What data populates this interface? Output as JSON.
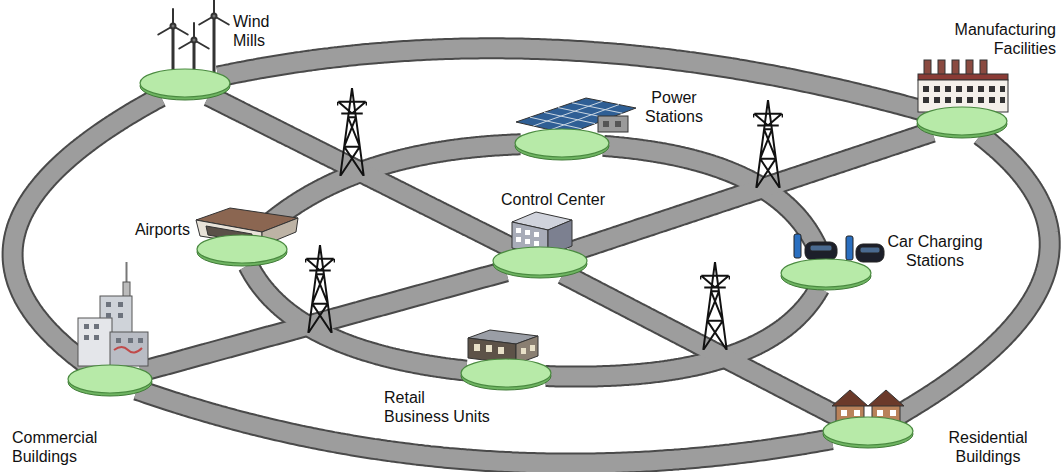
{
  "diagram": {
    "nodes": [
      {
        "text": [
          "Wind Mills"
        ]
      },
      {
        "text": [
          "Manufacturing Facilities"
        ]
      },
      {
        "text": [
          "Power Stations"
        ]
      },
      {
        "text": [
          "Control Center"
        ]
      },
      {
        "text": [
          "Airports"
        ]
      },
      {
        "text": [
          "Car Charging Stations"
        ]
      },
      {
        "text": [
          "Commercial Buildings"
        ]
      },
      {
        "text": [
          "Retail Business Units"
        ]
      },
      {
        "text": [
          "Residential Buildings"
        ]
      }
    ],
    "edges": [
      {
        "from": 0,
        "to": 1,
        "arrow": "none"
      },
      {
        "from": 1,
        "to": 8,
        "arrow": "none"
      },
      {
        "from": 8,
        "to": 6,
        "arrow": "none"
      },
      {
        "from": 6,
        "to": 0,
        "arrow": "none"
      },
      {
        "from": 2,
        "to": 5,
        "arrow": "none"
      },
      {
        "from": 5,
        "to": 7,
        "arrow": "none"
      },
      {
        "from": 7,
        "to": 4,
        "arrow": "none"
      },
      {
        "from": 4,
        "to": 2,
        "arrow": "none"
      },
      {
        "from": 0,
        "to": 3,
        "arrow": "none"
      },
      {
        "from": 3,
        "to": 8,
        "arrow": "none"
      },
      {
        "from": 6,
        "to": 3,
        "arrow": "none"
      },
      {
        "from": 3,
        "to": 1,
        "arrow": "none"
      }
    ]
  }
}
